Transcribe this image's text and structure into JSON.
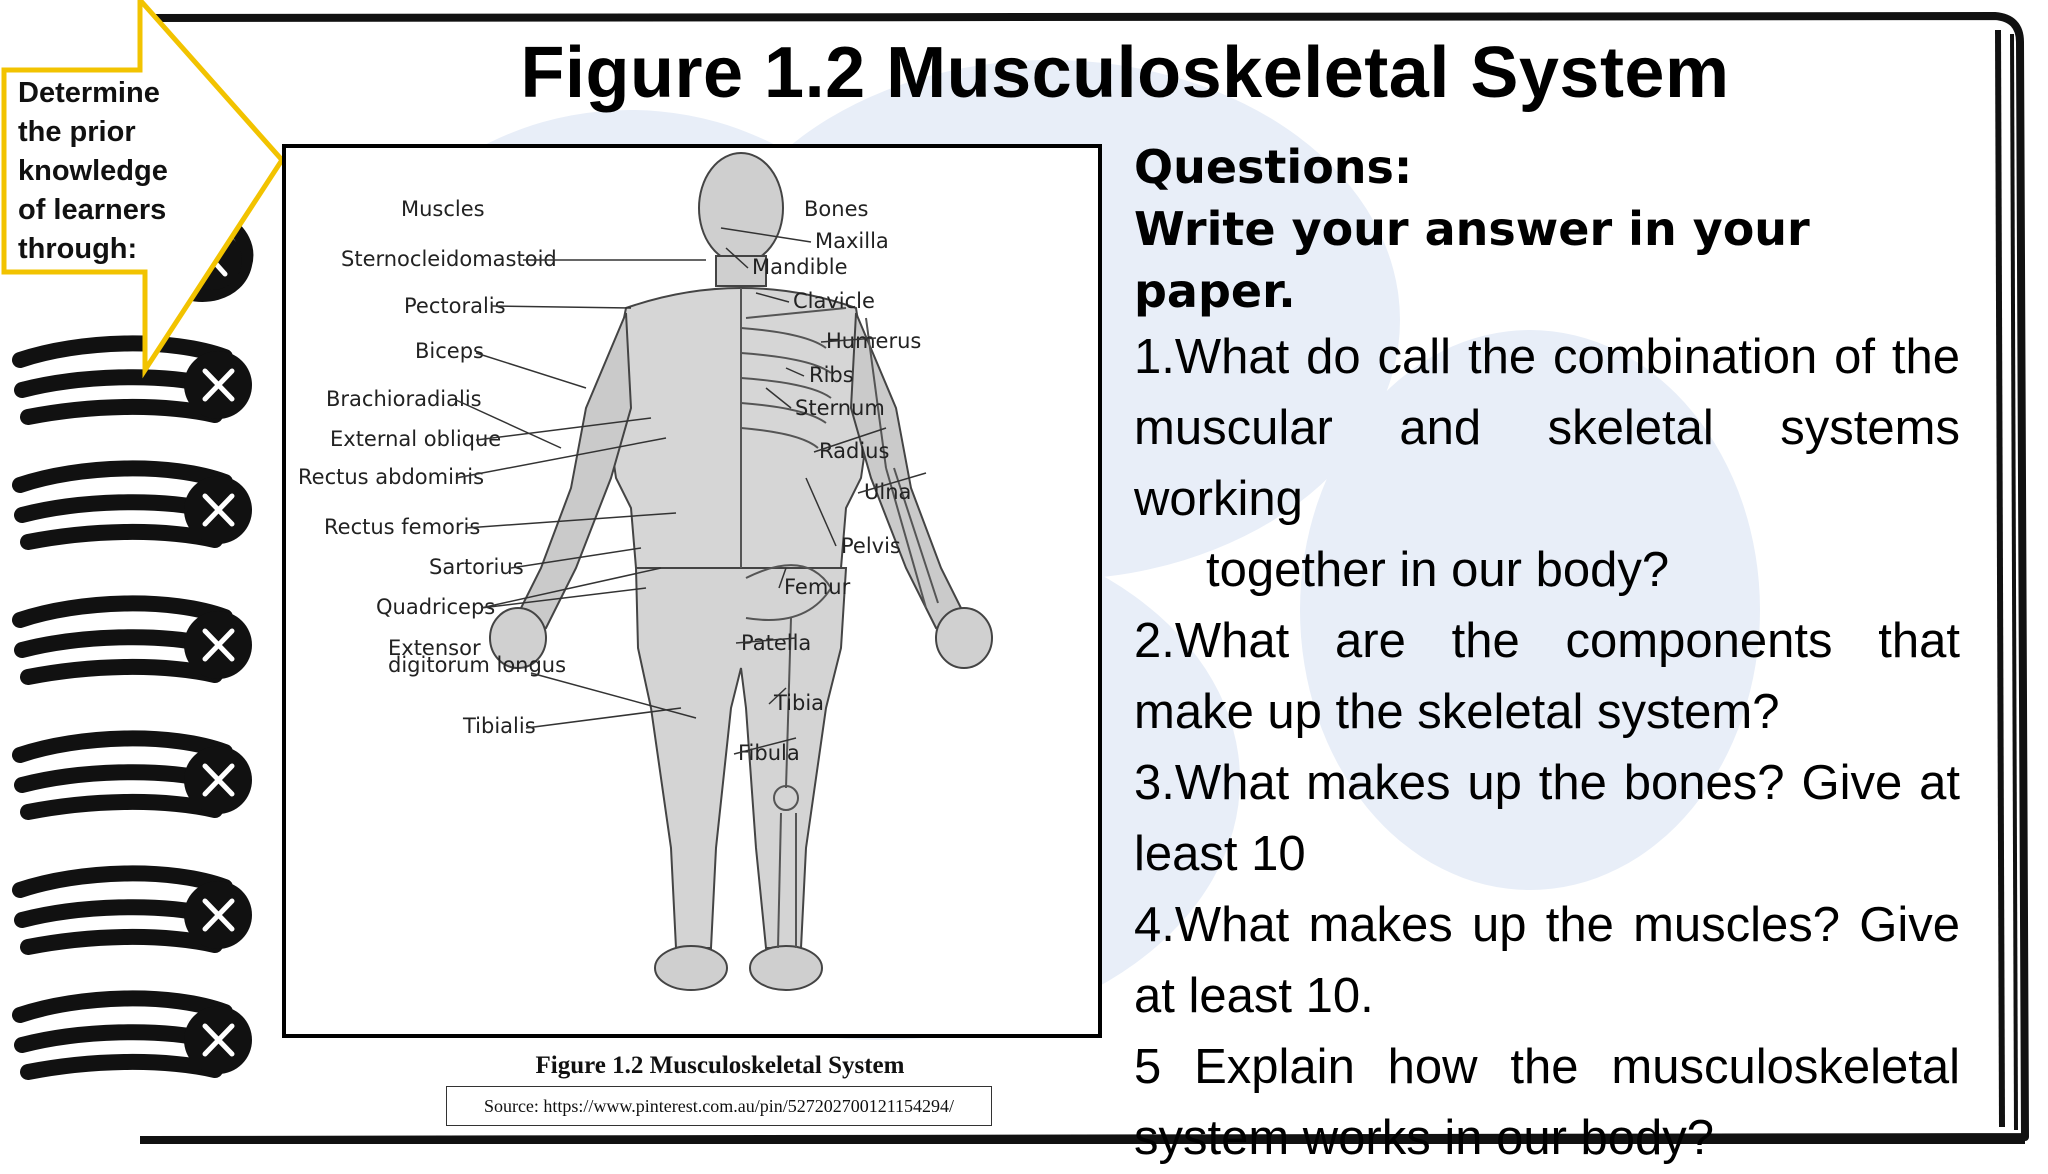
{
  "title": "Figure 1.2 Musculoskeletal System",
  "callout": {
    "lines": [
      "Determine",
      "the prior",
      "knowledge",
      "of learners",
      "through:"
    ]
  },
  "figure": {
    "header_left": "Muscles",
    "header_right": "Bones",
    "muscle_labels": [
      "Sternocleidomastoid",
      "Pectoralis",
      "Biceps",
      "Brachioradialis",
      "External oblique",
      "Rectus abdominis",
      "Rectus femoris",
      "Sartorius",
      "Quadriceps",
      "Extensor",
      "digitorum longus",
      "Tibialis"
    ],
    "bone_labels": [
      "Maxilla",
      "Mandible",
      "Clavicle",
      "Humerus",
      "Ribs",
      "Sternum",
      "Radius",
      "Ulna",
      "Pelvis",
      "Femur",
      "Patella",
      "Tibia",
      "Fibula"
    ],
    "caption": "Figure 1.2 Musculoskeletal System",
    "source": "Source: https://www.pinterest.com.au/pin/527202700121154294/"
  },
  "questions": {
    "heading": "Questions:",
    "instruction": "Write your answer in your paper.",
    "q1a": "1.What do call the combination of the muscular and skeletal systems working",
    "q1b": "together in our body?",
    "q2": "2.What are the components that make up the skeletal system?",
    "q3": "3.What makes up the bones? Give at least 10",
    "q4": "4.What makes up the muscles? Give at least 10.",
    "q5": "5 Explain how the musculoskeletal system works in our body?"
  },
  "colors": {
    "callout_border": "#f2c300",
    "blob": "#e8eef8",
    "ink": "#000000"
  }
}
